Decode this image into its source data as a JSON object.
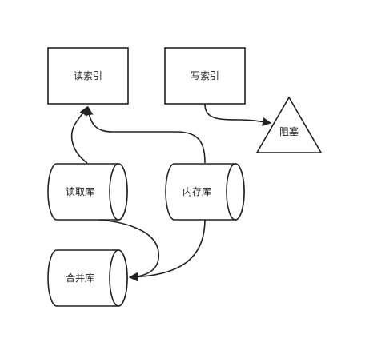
{
  "nodes": {
    "read_index": {
      "label": "读索引"
    },
    "write_index": {
      "label": "写索引"
    },
    "blocked": {
      "label": "阻塞"
    },
    "read_db": {
      "label": "读取库"
    },
    "memory_db": {
      "label": "内存库"
    },
    "merge_db": {
      "label": "合并库"
    }
  },
  "edges": [
    {
      "from": "read_db",
      "to": "read_index"
    },
    {
      "from": "memory_db",
      "to": "read_index"
    },
    {
      "from": "write_index",
      "to": "blocked"
    },
    {
      "from": "read_db",
      "to": "merge_db"
    },
    {
      "from": "memory_db",
      "to": "merge_db"
    }
  ],
  "colors": {
    "stroke": "#222222",
    "fill": "#ffffff"
  }
}
